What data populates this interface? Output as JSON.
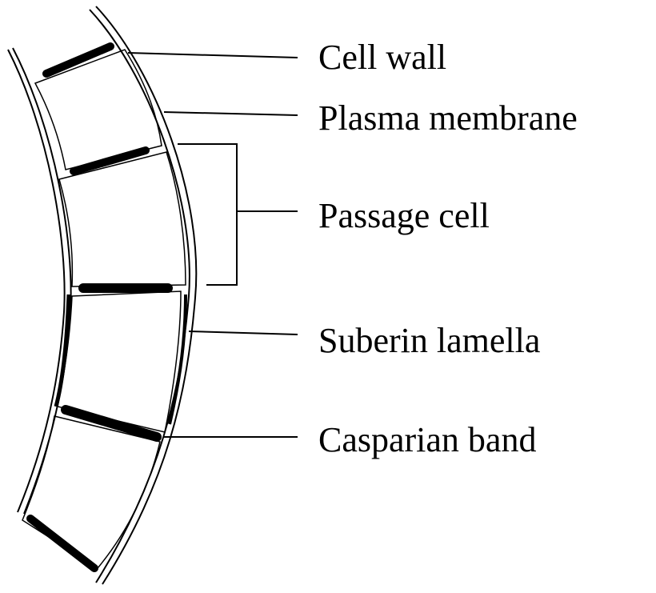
{
  "diagram": {
    "labels": {
      "cell_wall": "Cell wall",
      "plasma_membrane": "Plasma membrane",
      "passage_cell": "Passage cell",
      "suberin_lamella": "Suberin lamella",
      "casparian_band": "Casparian band"
    },
    "colors": {
      "ink": "#000000",
      "background": "#ffffff"
    }
  }
}
